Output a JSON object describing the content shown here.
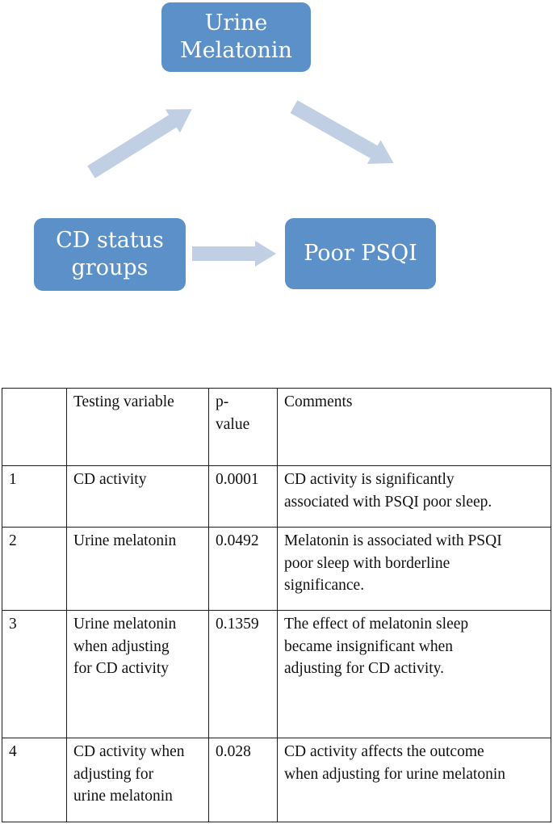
{
  "diagram": {
    "nodes": {
      "urine": {
        "label": "Urine\nMelatonin"
      },
      "cd": {
        "label": "CD status\ngroups"
      },
      "psqi": {
        "label": "Poor PSQI"
      }
    },
    "arrows": [
      {
        "name": "cd-to-urine-melatonin"
      },
      {
        "name": "urine-melatonin-to-poor-psqi"
      },
      {
        "name": "cd-to-poor-psqi"
      }
    ],
    "colors": {
      "node_fill": "#5b90c8",
      "node_text": "#ffffff",
      "arrow_fill": "#c1cfe5"
    }
  },
  "table": {
    "headers": [
      "",
      "Testing variable",
      "p-\nvalue",
      "Comments"
    ],
    "rows": [
      {
        "index": "1",
        "variable": "CD activity",
        "p_value": "0.0001",
        "comment": "CD activity is significantly\nassociated with PSQI poor sleep."
      },
      {
        "index": "2",
        "variable": "Urine melatonin",
        "p_value": "0.0492",
        "comment": "Melatonin is associated with PSQI\npoor sleep with borderline\nsignificance."
      },
      {
        "index": "3",
        "variable": "Urine melatonin\nwhen adjusting\nfor CD activity",
        "p_value": "0.1359",
        "comment": "The effect of melatonin sleep\nbecame insignificant when\nadjusting for CD activity."
      },
      {
        "index": "4",
        "variable": "CD activity when\nadjusting for\nurine melatonin",
        "p_value": "0.028",
        "comment": "CD activity affects the outcome\nwhen adjusting for urine melatonin"
      }
    ]
  }
}
